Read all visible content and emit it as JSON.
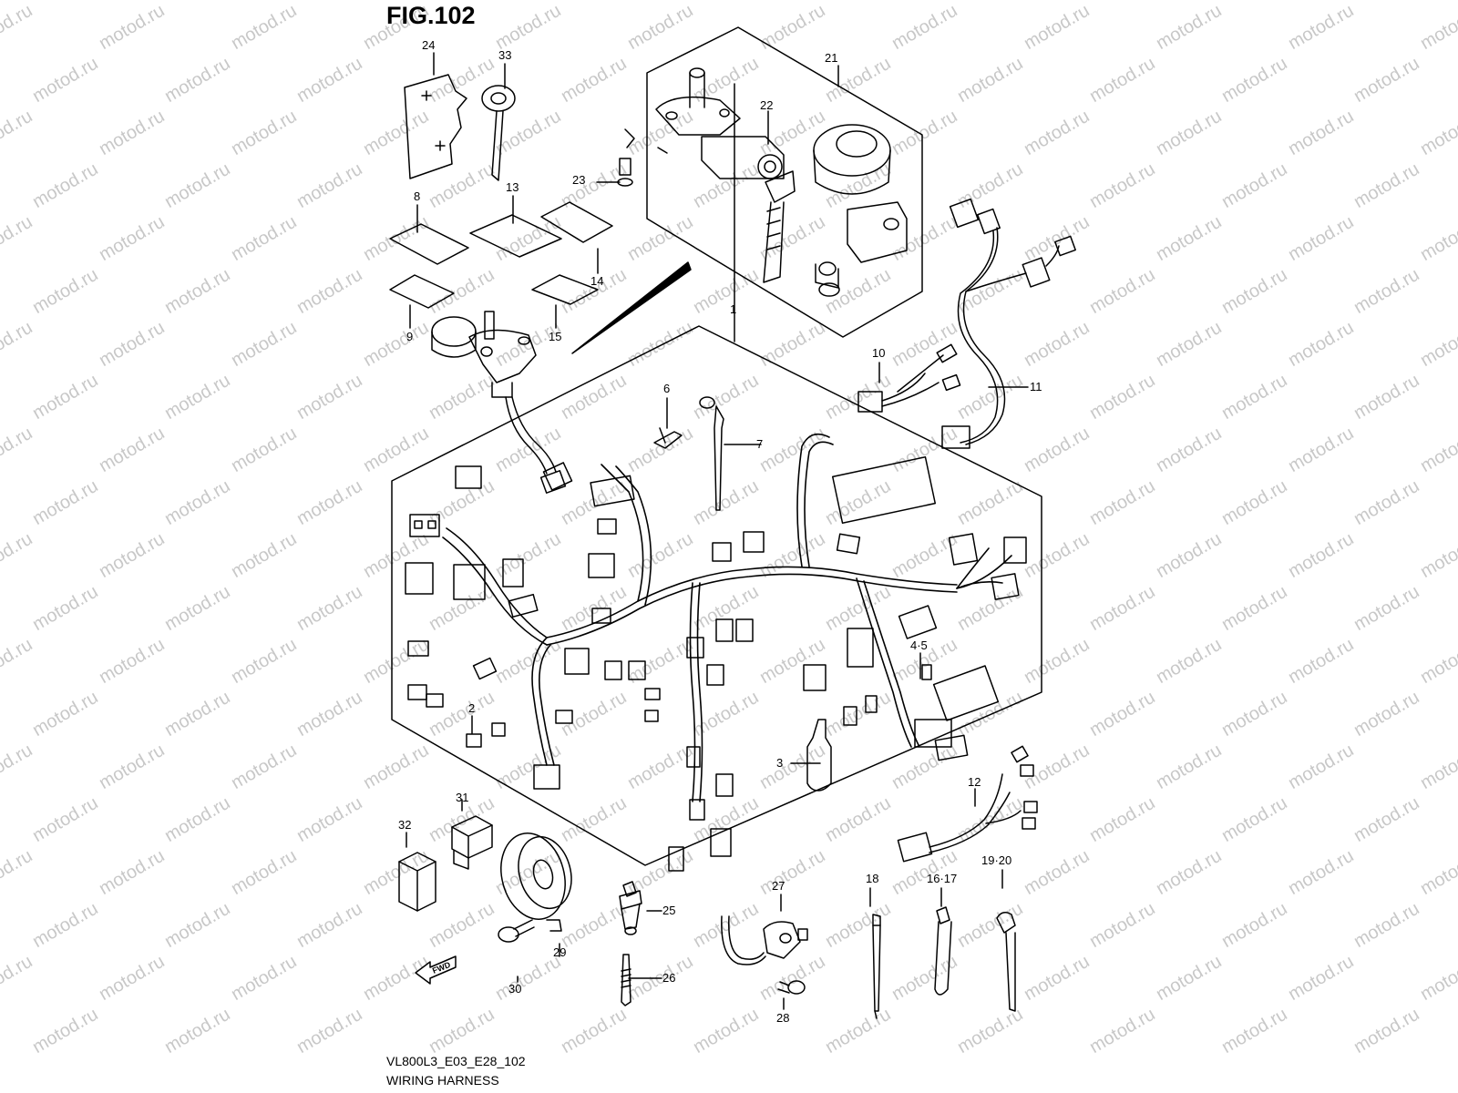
{
  "figure": {
    "title": "FIG.102",
    "code": "VL800L3_E03_E28_102",
    "name": "WIRING HARNESS",
    "watermark": "motod.ru",
    "fwd_label": "FWD"
  },
  "callouts": {
    "c1": "1",
    "c2": "2",
    "c3": "3",
    "c4_5": "4·5",
    "c6": "6",
    "c7": "7",
    "c8": "8",
    "c9": "9",
    "c10": "10",
    "c11": "11",
    "c12": "12",
    "c13": "13",
    "c14": "14",
    "c15": "15",
    "c16_17": "16·17",
    "c18": "18",
    "c19_20": "19·20",
    "c21": "21",
    "c22": "22",
    "c23": "23",
    "c24": "24",
    "c25": "25",
    "c26": "26",
    "c27": "27",
    "c28": "28",
    "c29": "29",
    "c30": "30",
    "c31": "31",
    "c32": "32",
    "c33": "33"
  },
  "colors": {
    "line": "#000000",
    "watermark": "#c8c8c8",
    "background": "#ffffff"
  }
}
